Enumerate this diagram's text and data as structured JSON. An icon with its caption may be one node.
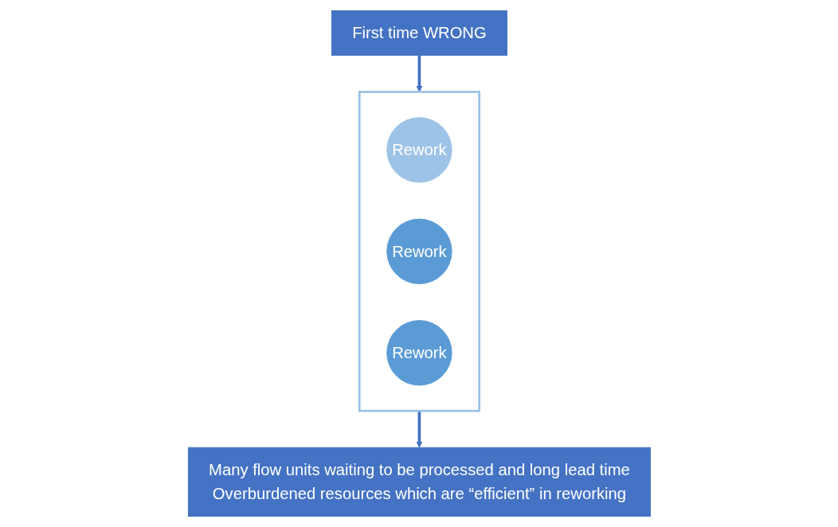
{
  "diagram": {
    "nodes": [
      {
        "text": [
          "First time WRONG"
        ]
      },
      {
        "text": [],
        "shape": "cone"
      },
      {
        "text": [
          "Rework"
        ],
        "in": 1
      },
      {
        "text": [
          "Rework"
        ],
        "in": 1
      },
      {
        "text": [
          "Rework"
        ],
        "in": 1
      },
      {
        "text": [
          "Many flow units waiting to be processed and long lead time",
          "Overburdened resources which are “efficient” in reworking"
        ]
      }
    ],
    "edges": [
      {
        "from": 0,
        "to": 1,
        "arrow": "to"
      },
      {
        "from": 1,
        "to": 5,
        "arrow": "to"
      }
    ]
  }
}
